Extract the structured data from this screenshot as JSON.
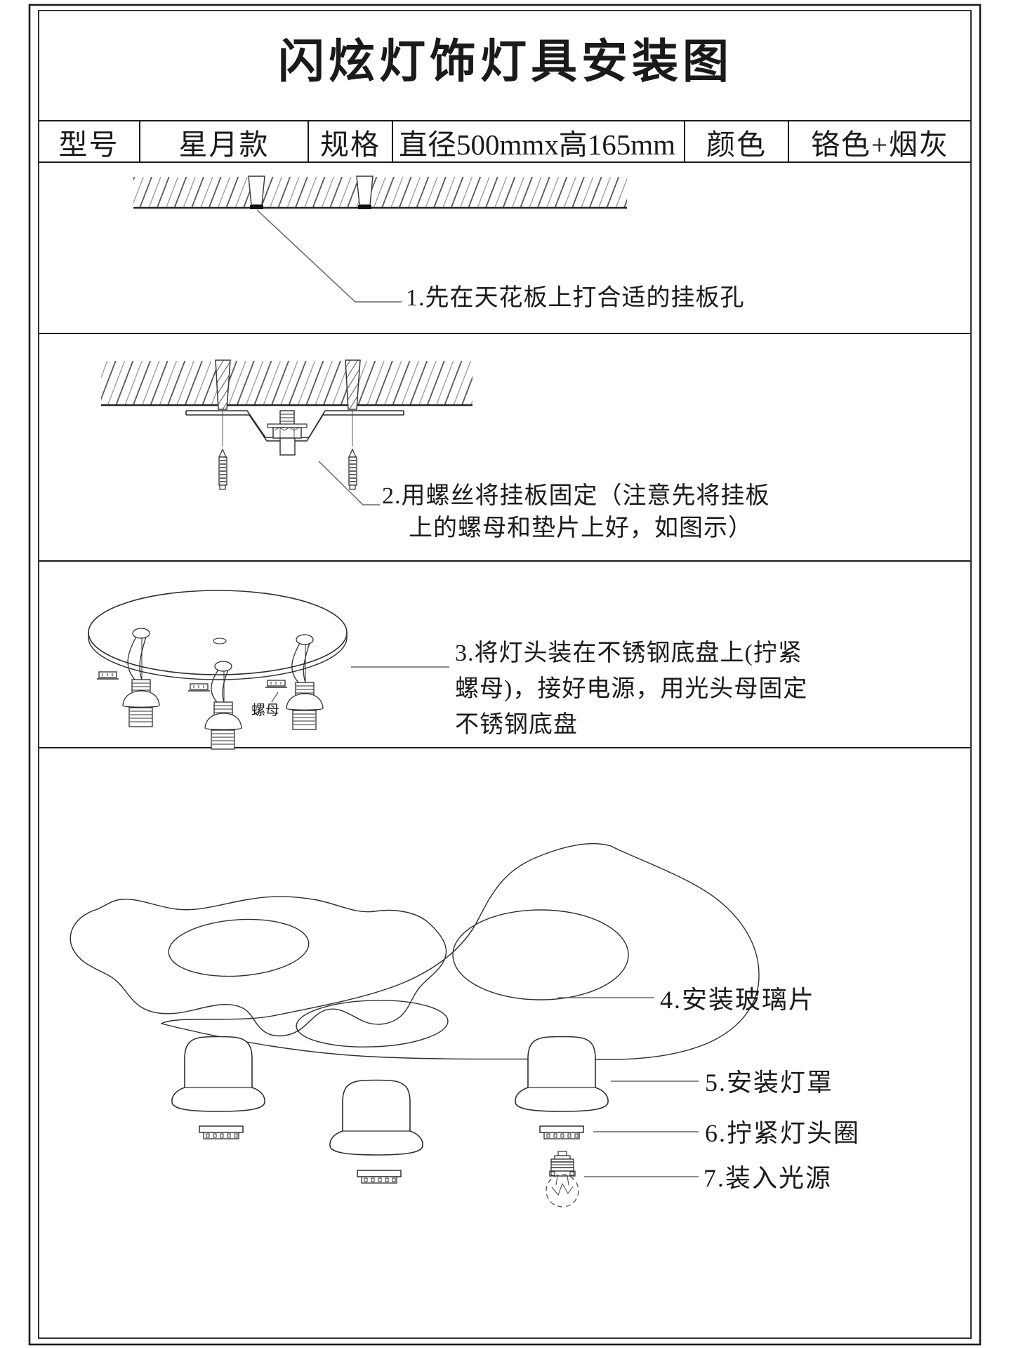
{
  "title": "闪炫灯饰灯具安装图",
  "spec_table": {
    "model_label": "型号",
    "model_value": "星月款",
    "spec_label": "规格",
    "spec_value": "直径500mmx高165mm",
    "color_label": "颜色",
    "color_value": "铬色+烟灰"
  },
  "steps": {
    "step1": "1.先在天花板上打合适的挂板孔",
    "step2_line1": "2.用螺丝将挂板固定（注意先将挂板",
    "step2_line2": "上的螺母和垫片上好，如图示）",
    "step3_line1": "3.将灯头装在不锈钢底盘上(拧紧",
    "step3_line2": "螺母)，接好电源，用光头母固定",
    "step3_line3": "不锈钢底盘",
    "step4": "4.安装玻璃片",
    "step5": "5.安装灯罩",
    "step6": "6.拧紧灯头圈",
    "step7": "7.装入光源"
  },
  "annotations": {
    "nut_label": "螺母"
  },
  "colors": {
    "line": "#2e2e2e",
    "leader": "#666666",
    "text": "#1a1a1a"
  }
}
